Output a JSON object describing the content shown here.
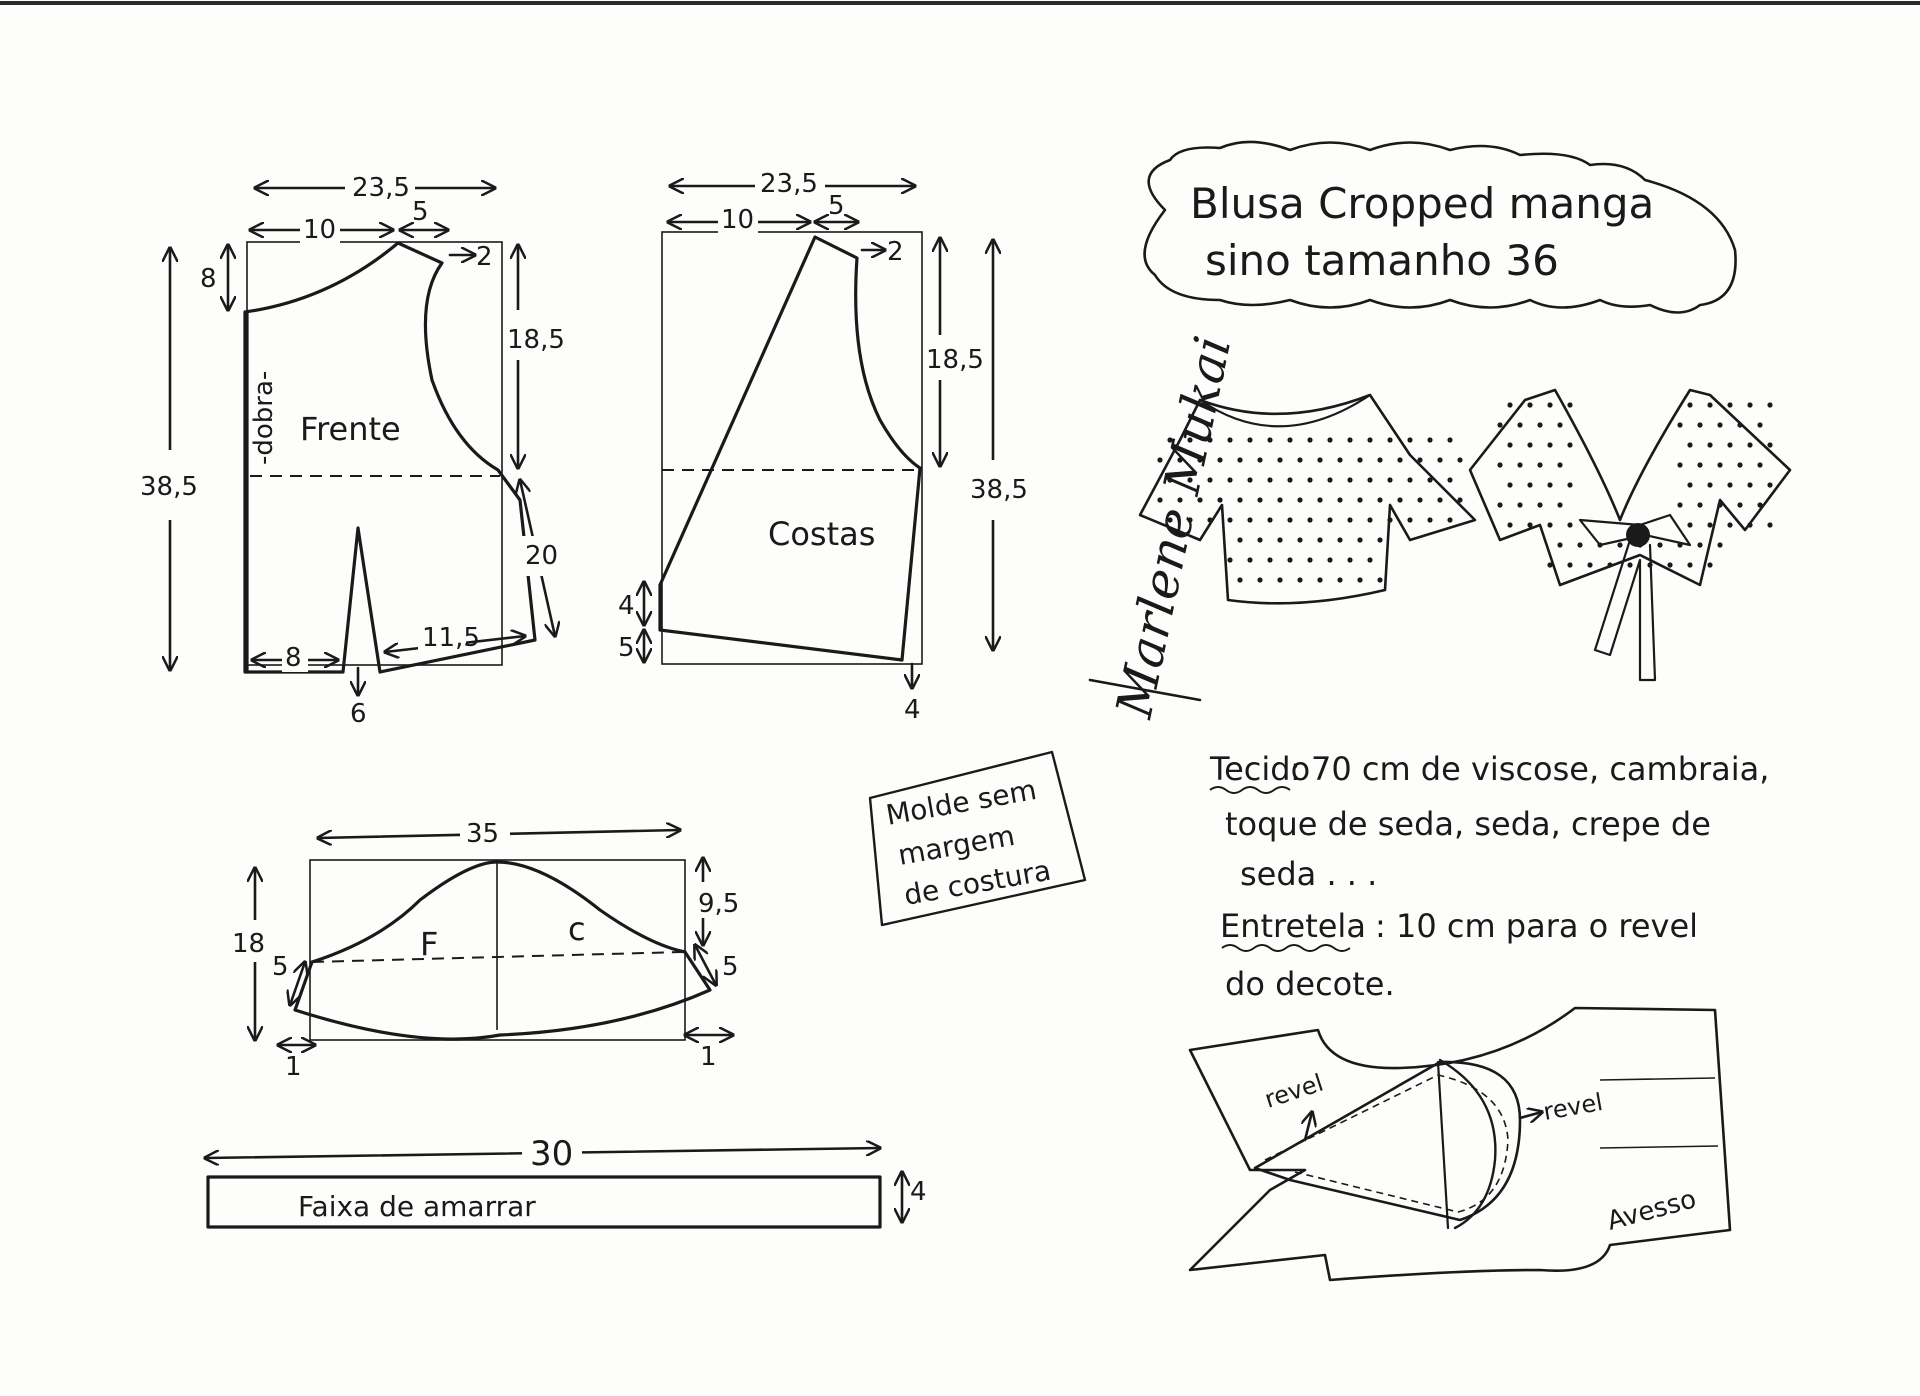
{
  "title": {
    "line1": "Blusa Cropped manga",
    "line2": "sino tamanho 36"
  },
  "front": {
    "label": "Frente",
    "fold": "-dobra-",
    "width": "23,5",
    "neck_width": "10",
    "shoulder": "5",
    "shoulder_drop": "2",
    "neck_depth": "8",
    "armhole": "18,5",
    "length": "38,5",
    "side": "20",
    "hem_left": "8",
    "hem_right": "11,5",
    "dart": "6"
  },
  "back": {
    "label": "Costas",
    "width": "23,5",
    "neck_width": "10",
    "shoulder": "5",
    "shoulder_drop": "2",
    "armhole": "18,5",
    "length": "38,5",
    "hem_a": "4",
    "hem_b": "5",
    "hem_c": "4"
  },
  "sleeve": {
    "width": "35",
    "height": "18",
    "cap": "9,5",
    "side_left": "5",
    "side_right": "5",
    "ext_left": "1",
    "ext_right": "1",
    "front_mark": "F",
    "back_mark": "c"
  },
  "tie": {
    "label": "Faixa   de  amarrar",
    "length": "30",
    "width": "4"
  },
  "note_box": {
    "lines": [
      "Molde sem",
      "margem",
      "de costura"
    ]
  },
  "signature": "Marlene Mukai",
  "materials": {
    "fabric_label": "Tecido",
    "fabric_text_1": ": 70 cm   de viscose, cambraia,",
    "fabric_text_2": "toque de seda, seda, crepe de",
    "fabric_text_3": "seda . . .",
    "interfacing_label": "Entretela",
    "interfacing_text_1": ": 10 cm  para   o  revel",
    "interfacing_text_2": "do decote."
  },
  "facing": {
    "revel_left": "revel",
    "revel_right": "revel",
    "inside": "Avesso"
  }
}
